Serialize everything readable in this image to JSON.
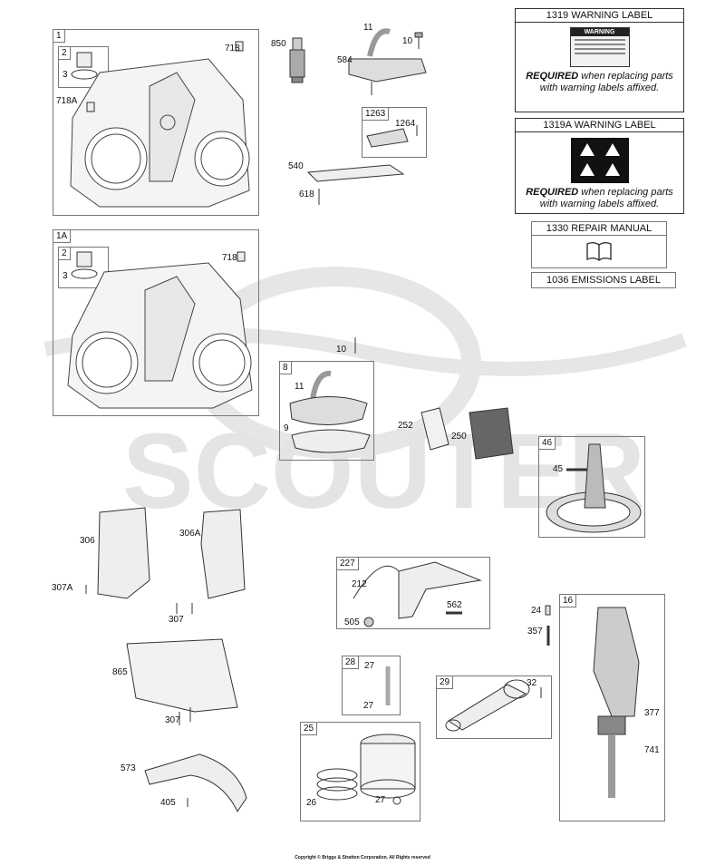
{
  "watermark": {
    "text": "SCOUTER"
  },
  "boxes": {
    "b1": "1",
    "b2": "2",
    "b1a": "1A",
    "b2b": "2",
    "b1263": "1263",
    "b8": "8",
    "b46": "46",
    "b227": "227",
    "b28": "28",
    "b29": "29",
    "b25": "25",
    "b16": "16"
  },
  "labels": {
    "l718": "718",
    "l718a": "718A",
    "l3": "3",
    "l850": "850",
    "l11": "11",
    "l10": "10",
    "l584": "584",
    "l1264": "1264",
    "l540": "540",
    "l618": "618",
    "l718b": "718",
    "l3b": "3",
    "l10b": "10",
    "l11b": "11",
    "l9": "9",
    "l252": "252",
    "l250": "250",
    "l45": "45",
    "l306": "306",
    "l306a": "306A",
    "l307a": "307A",
    "l307": "307",
    "l212": "212",
    "l562": "562",
    "l505": "505",
    "l24": "24",
    "l357": "357",
    "l865": "865",
    "l307b": "307",
    "l27a": "27",
    "l27b": "27",
    "l32": "32",
    "l377": "377",
    "l741": "741",
    "l573": "573",
    "l405": "405",
    "l26": "26",
    "l27c": "27"
  },
  "warning1": {
    "title": "1319 WARNING LABEL",
    "badge": "WARNING",
    "req_strong": "REQUIRED",
    "req_rest": " when replacing parts",
    "req_line2": "with warning labels affixed."
  },
  "warning2": {
    "title": "1319A WARNING LABEL",
    "req_strong": "REQUIRED",
    "req_rest": " when replacing parts",
    "req_line2": "with warning labels affixed."
  },
  "repair_manual": {
    "title": "1330 REPAIR MANUAL"
  },
  "emissions": {
    "title": "1036 EMISSIONS LABEL"
  },
  "copyright": "Copyright © Briggs & Stratton Corporation. All Rights reserved"
}
